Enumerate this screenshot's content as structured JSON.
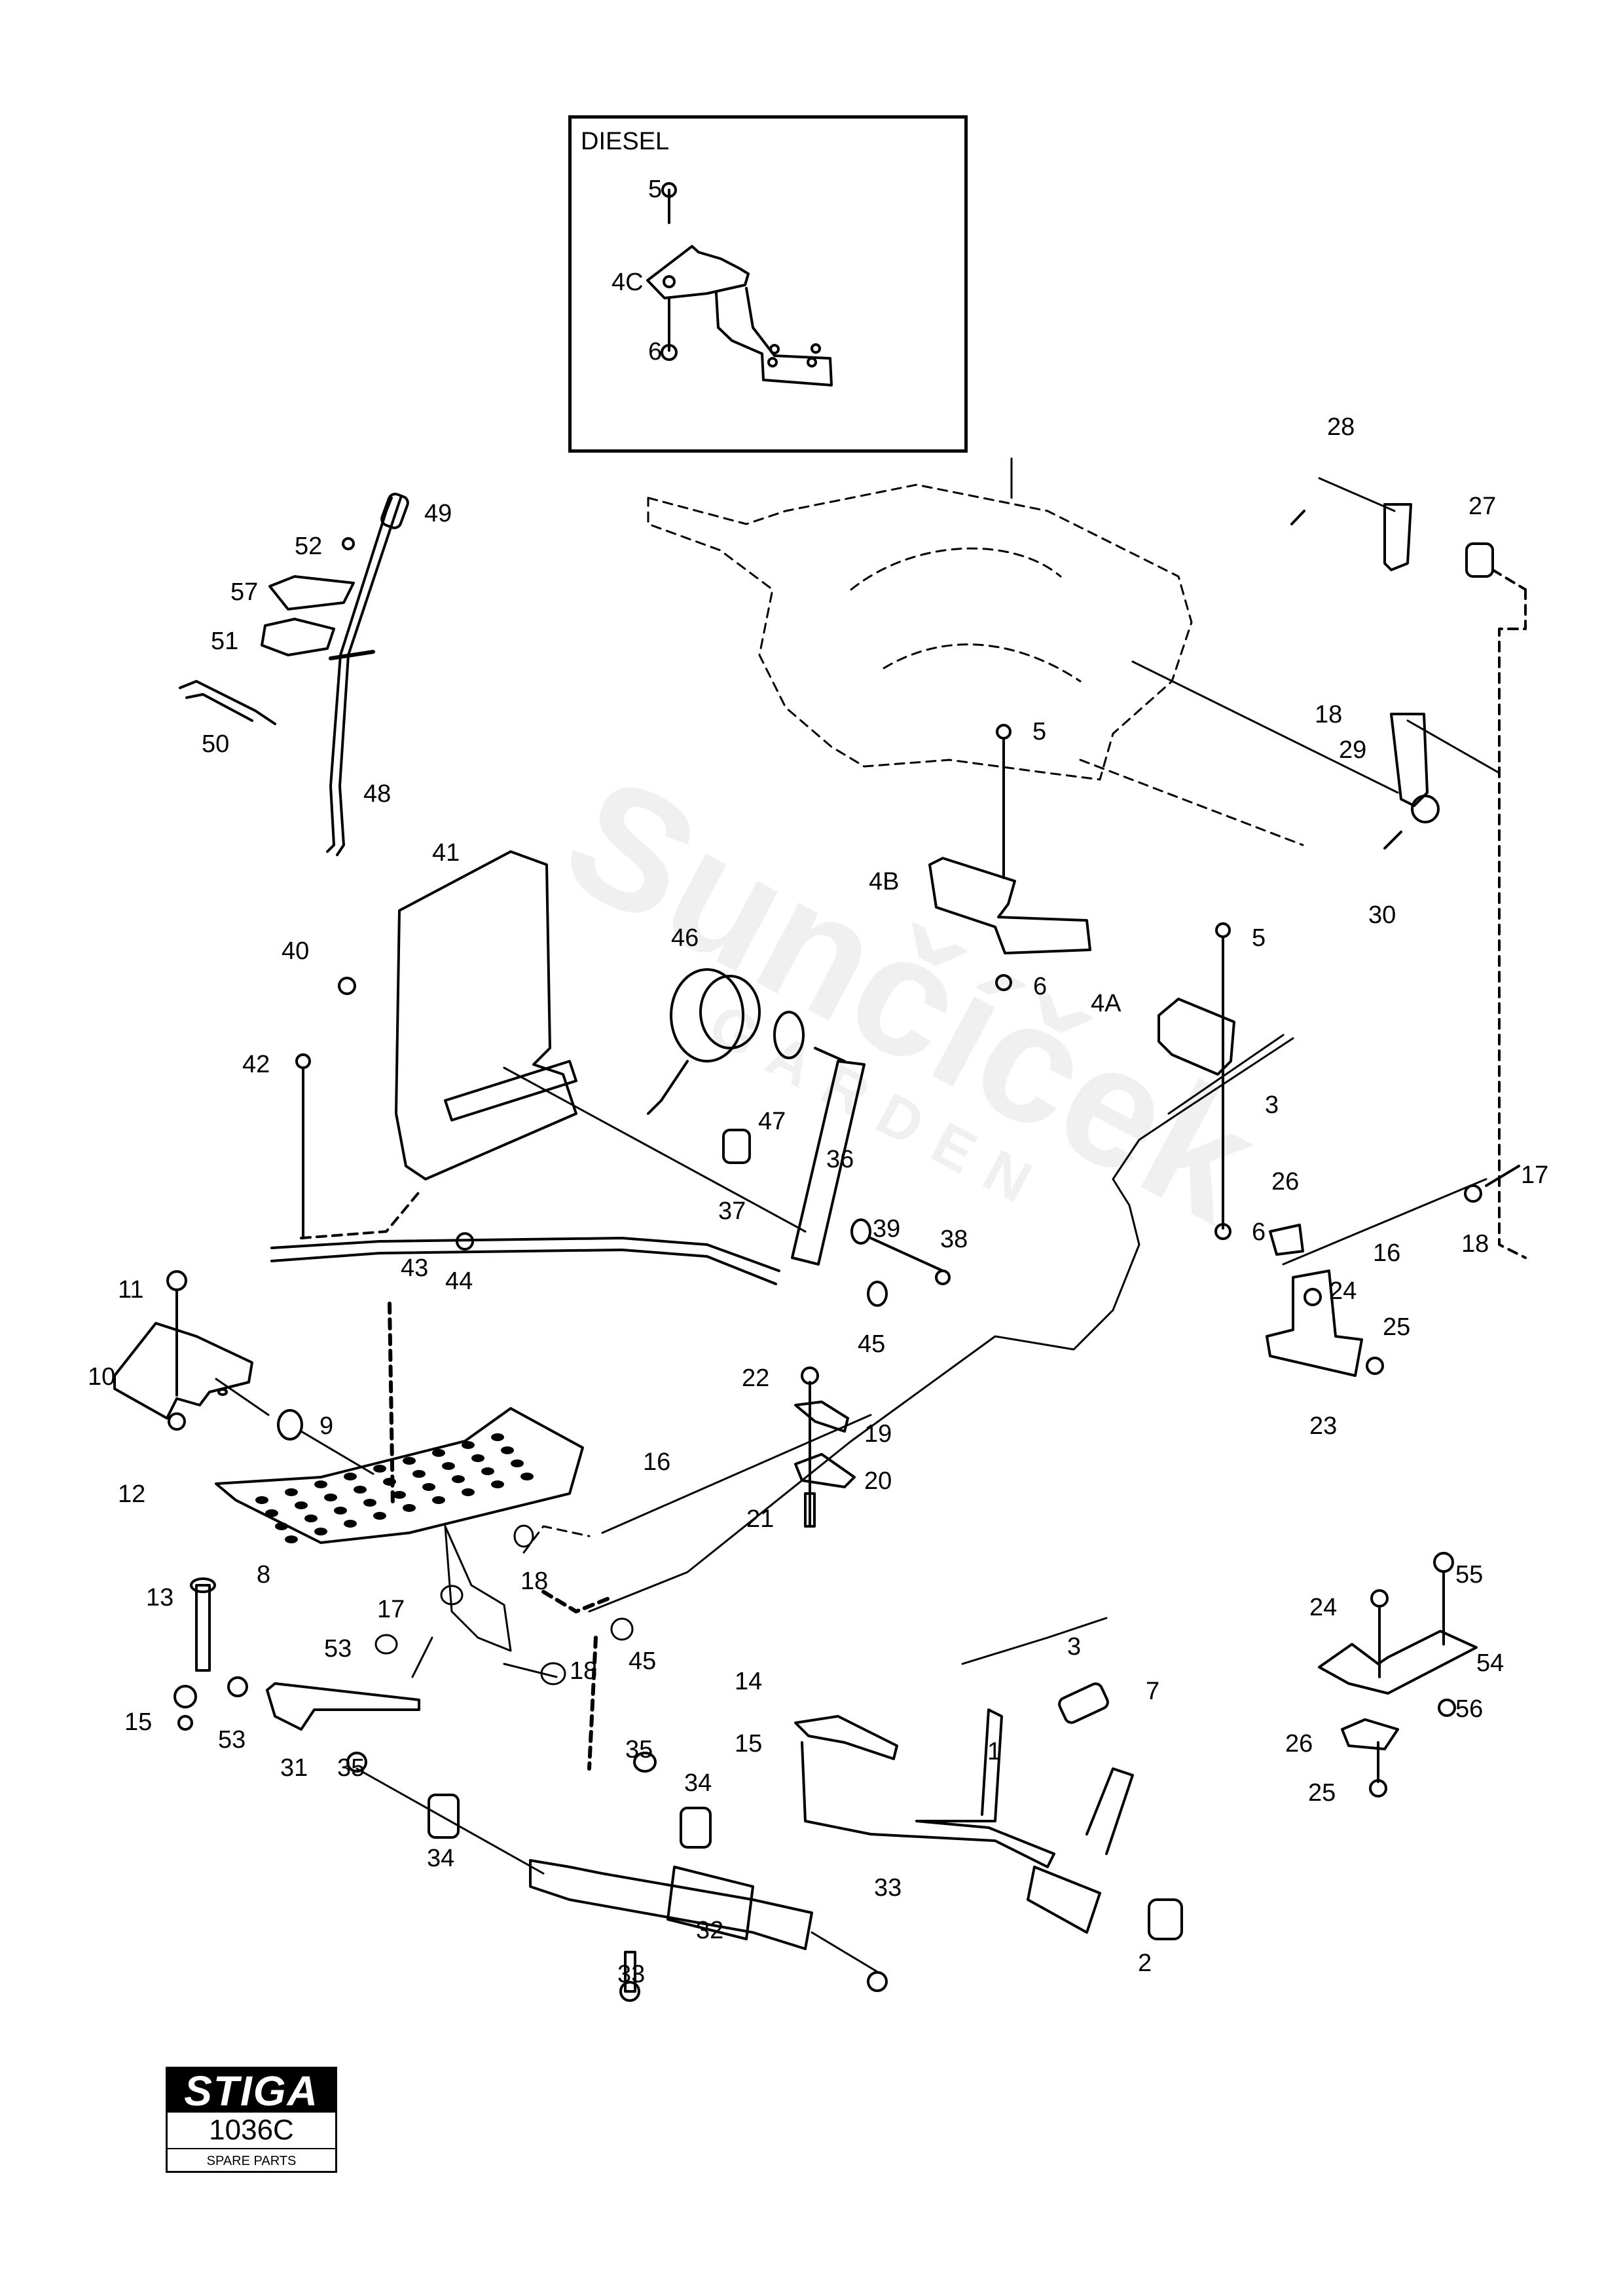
{
  "document": {
    "type": "spare parts exploded diagram",
    "brand": "STIGA",
    "diagram_number": "1036C",
    "caption": "SPARE PARTS",
    "watermark": "Sunčíček",
    "watermark_sub": "GARDEN"
  },
  "inset": {
    "title": "DIESEL",
    "labels": [
      "5",
      "4C",
      "6"
    ]
  },
  "callouts": [
    {
      "id": "c49",
      "text": "49"
    },
    {
      "id": "c52",
      "text": "52"
    },
    {
      "id": "c57",
      "text": "57"
    },
    {
      "id": "c51",
      "text": "51"
    },
    {
      "id": "c50",
      "text": "50"
    },
    {
      "id": "c48",
      "text": "48"
    },
    {
      "id": "c28",
      "text": "28"
    },
    {
      "id": "c27",
      "text": "27"
    },
    {
      "id": "c18a",
      "text": "18"
    },
    {
      "id": "c29",
      "text": "29"
    },
    {
      "id": "c30",
      "text": "30"
    },
    {
      "id": "c5a",
      "text": "5"
    },
    {
      "id": "c4B",
      "text": "4B"
    },
    {
      "id": "c6a",
      "text": "6"
    },
    {
      "id": "c5b",
      "text": "5"
    },
    {
      "id": "c4A",
      "text": "4A"
    },
    {
      "id": "c6b",
      "text": "6"
    },
    {
      "id": "c3a",
      "text": "3"
    },
    {
      "id": "c41",
      "text": "41"
    },
    {
      "id": "c40",
      "text": "40"
    },
    {
      "id": "c46",
      "text": "46"
    },
    {
      "id": "c42",
      "text": "42"
    },
    {
      "id": "c47",
      "text": "47"
    },
    {
      "id": "c43",
      "text": "43"
    },
    {
      "id": "c36",
      "text": "36"
    },
    {
      "id": "c37",
      "text": "37"
    },
    {
      "id": "c39",
      "text": "39"
    },
    {
      "id": "c38",
      "text": "38"
    },
    {
      "id": "c44",
      "text": "44"
    },
    {
      "id": "c45a",
      "text": "45"
    },
    {
      "id": "c17a",
      "text": "17"
    },
    {
      "id": "c18b",
      "text": "18"
    },
    {
      "id": "c26a",
      "text": "26"
    },
    {
      "id": "c16a",
      "text": "16"
    },
    {
      "id": "c24a",
      "text": "24"
    },
    {
      "id": "c25a",
      "text": "25"
    },
    {
      "id": "c23",
      "text": "23"
    },
    {
      "id": "c11",
      "text": "11"
    },
    {
      "id": "c10",
      "text": "10"
    },
    {
      "id": "c9",
      "text": "9"
    },
    {
      "id": "c12",
      "text": "12"
    },
    {
      "id": "c22",
      "text": "22"
    },
    {
      "id": "c19",
      "text": "19"
    },
    {
      "id": "c20",
      "text": "20"
    },
    {
      "id": "c21",
      "text": "21"
    },
    {
      "id": "c16b",
      "text": "16"
    },
    {
      "id": "c8",
      "text": "8"
    },
    {
      "id": "c18c",
      "text": "18"
    },
    {
      "id": "c13",
      "text": "13"
    },
    {
      "id": "c17b",
      "text": "17"
    },
    {
      "id": "c53a",
      "text": "53"
    },
    {
      "id": "c18d",
      "text": "18"
    },
    {
      "id": "c45b",
      "text": "45"
    },
    {
      "id": "c14",
      "text": "14"
    },
    {
      "id": "c15a",
      "text": "15"
    },
    {
      "id": "c15b",
      "text": "15"
    },
    {
      "id": "c53b",
      "text": "53"
    },
    {
      "id": "c31",
      "text": "31"
    },
    {
      "id": "c35a",
      "text": "35"
    },
    {
      "id": "c35b",
      "text": "35"
    },
    {
      "id": "c34a",
      "text": "34"
    },
    {
      "id": "c34b",
      "text": "34"
    },
    {
      "id": "c3b",
      "text": "3"
    },
    {
      "id": "c7",
      "text": "7"
    },
    {
      "id": "c1",
      "text": "1"
    },
    {
      "id": "c2",
      "text": "2"
    },
    {
      "id": "c32",
      "text": "32"
    },
    {
      "id": "c33a",
      "text": "33"
    },
    {
      "id": "c33b",
      "text": "33"
    },
    {
      "id": "c55",
      "text": "55"
    },
    {
      "id": "c24b",
      "text": "24"
    },
    {
      "id": "c54",
      "text": "54"
    },
    {
      "id": "c56",
      "text": "56"
    },
    {
      "id": "c26b",
      "text": "26"
    },
    {
      "id": "c25b",
      "text": "25"
    }
  ]
}
